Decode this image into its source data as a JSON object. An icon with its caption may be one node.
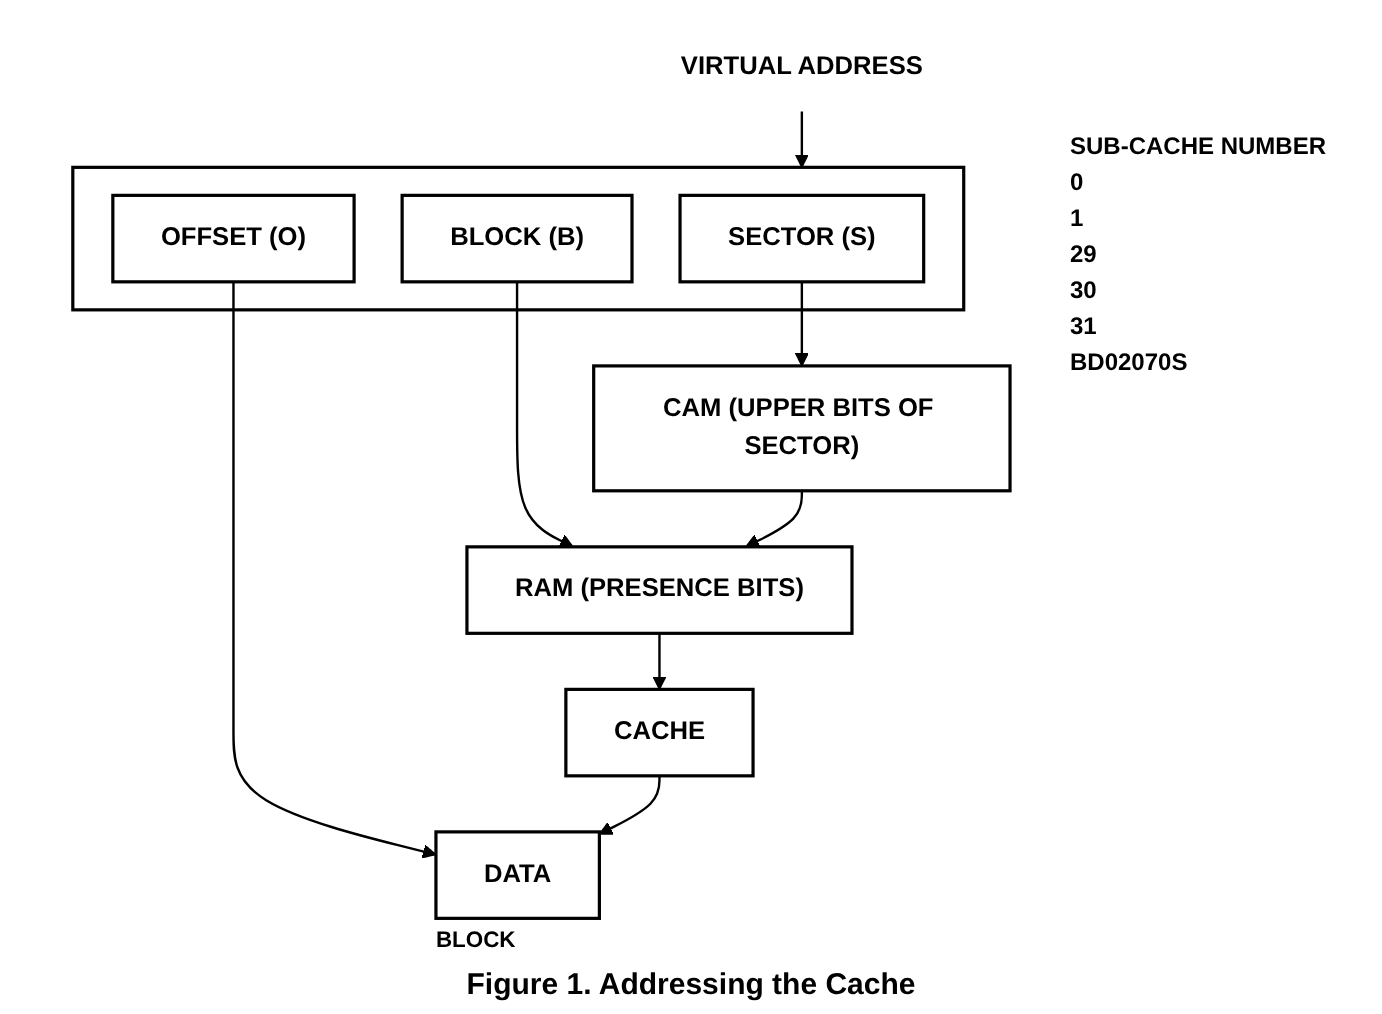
{
  "diagram": {
    "caption": "Figure 1. Addressing the Cache",
    "nodes": [
      {
        "text": [
          "VIRTUAL ADDRESS"
        ]
      },
      {
        "text": [],
        "shape": "box"
      },
      {
        "text": [
          "SECTOR (S)"
        ],
        "in": 1
      },
      {
        "text": [
          "BLOCK (B)"
        ],
        "in": 1
      },
      {
        "text": [
          "OFFSET (O)"
        ],
        "in": 1
      },
      {
        "text": [
          "CAM (UPPER BITS OF SECTOR)"
        ]
      },
      {
        "text": [
          "RAM (PRESENCE BITS)"
        ]
      },
      {
        "text": [
          "CACHE"
        ]
      },
      {
        "text": [
          "DATA"
        ],
        "beside": [
          "BLOCK"
        ]
      }
    ],
    "edges": [
      {
        "from": 0,
        "to": 1,
        "arrow": "to"
      },
      {
        "from": 2,
        "to": 5,
        "arrow": "to"
      },
      {
        "from": 3,
        "to": 6,
        "arrow": "to"
      },
      {
        "from": 4,
        "to": 8,
        "arrow": "to"
      },
      {
        "from": 5,
        "to": 6,
        "arrow": "to"
      },
      {
        "from": 6,
        "to": 7,
        "arrow": "to"
      },
      {
        "from": 7,
        "to": 8,
        "arrow": "to"
      }
    ],
    "labels": [
      "SUB-CACHE NUMBER",
      "0",
      "1",
      "29",
      "30",
      "31",
      "BD02070S"
    ]
  }
}
